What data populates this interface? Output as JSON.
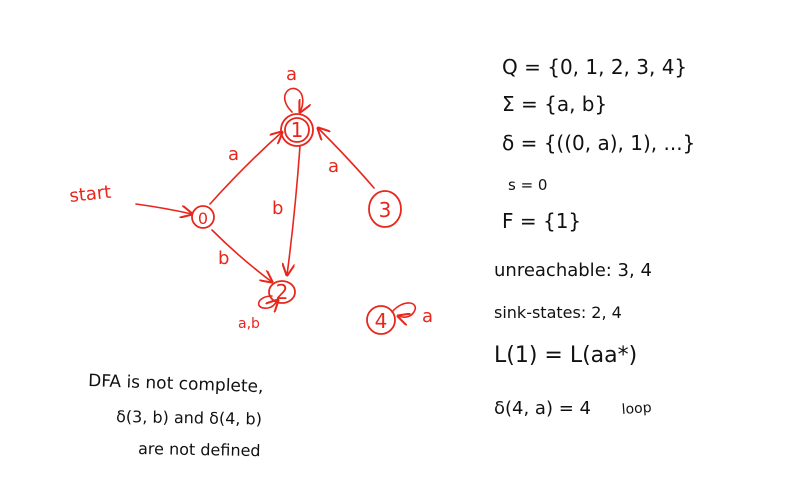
{
  "automaton": {
    "states": [
      {
        "id": "0",
        "label": "0",
        "accepting": false
      },
      {
        "id": "1",
        "label": "1",
        "accepting": true
      },
      {
        "id": "2",
        "label": "2",
        "accepting": false
      },
      {
        "id": "3",
        "label": "3",
        "accepting": false
      },
      {
        "id": "4",
        "label": "4",
        "accepting": false
      }
    ],
    "start_label": "start",
    "transitions": [
      {
        "from": "0",
        "to": "1",
        "label": "a"
      },
      {
        "from": "0",
        "to": "2",
        "label": "b"
      },
      {
        "from": "1",
        "to": "1",
        "label": "a"
      },
      {
        "from": "1",
        "to": "2",
        "label": "b"
      },
      {
        "from": "3",
        "to": "1",
        "label": "a"
      },
      {
        "from": "2",
        "to": "2",
        "label": "a,b"
      },
      {
        "from": "4",
        "to": "4",
        "label": "a"
      }
    ]
  },
  "definition": {
    "Q": "Q = {0, 1, 2, 3, 4}",
    "Sigma": "Σ = {a, b}",
    "delta": "δ = {((0, a), 1), ...}",
    "s": "s = 0",
    "F": "F = {1}"
  },
  "notes": {
    "unreachable": "unreachable: 3, 4",
    "sink_states": "sink-states: 2, 4",
    "language": "L(1) = L(aa*)",
    "delta_loop": "δ(4, a) = 4",
    "loop_word": "loop",
    "dfa_line1": "DFA is not complete,",
    "dfa_line2": "δ(3, b) and δ(4, b)",
    "dfa_line3": "are not defined"
  },
  "colors": {
    "ink_red": "#e8261c",
    "ink_black": "#111111",
    "background": "#ffffff"
  }
}
